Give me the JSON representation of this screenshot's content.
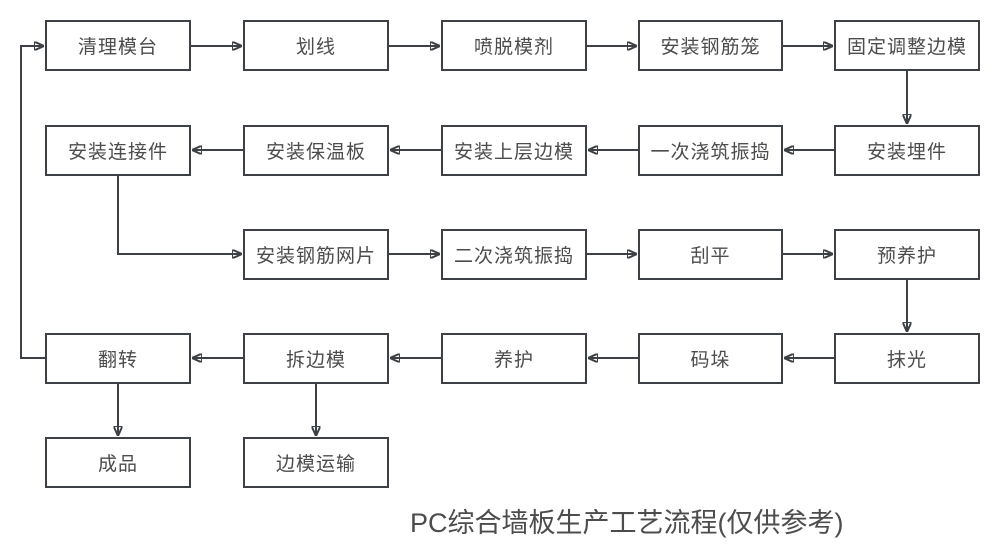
{
  "title": "PC综合墙板生产工艺流程(仅供参考)",
  "colors": {
    "background": "#ffffff",
    "box_fill": "#ffffff",
    "box_border": "#3d4045",
    "connector_line": "#3d4045",
    "text": "#4c4c4c"
  },
  "nodes": [
    {
      "id": "clean-mold-table",
      "label": "清理模台"
    },
    {
      "id": "scribe-line",
      "label": "划线"
    },
    {
      "id": "spray-release-agent",
      "label": "喷脱模剂"
    },
    {
      "id": "install-rebar-cage",
      "label": "安装钢筋笼"
    },
    {
      "id": "fix-adjust-side-mold",
      "label": "固定调整边模"
    },
    {
      "id": "install-embedded-parts",
      "label": "安装埋件"
    },
    {
      "id": "first-pour-vibrate",
      "label": "一次浇筑振捣"
    },
    {
      "id": "install-upper-side-mold",
      "label": "安装上层边模"
    },
    {
      "id": "install-insulation-board",
      "label": "安装保温板"
    },
    {
      "id": "install-connectors",
      "label": "安装连接件"
    },
    {
      "id": "install-rebar-mesh",
      "label": "安装钢筋网片"
    },
    {
      "id": "second-pour-vibrate",
      "label": "二次浇筑振捣"
    },
    {
      "id": "scrape-level",
      "label": "刮平"
    },
    {
      "id": "pre-curing",
      "label": "预养护"
    },
    {
      "id": "trowel-finish",
      "label": "抹光"
    },
    {
      "id": "stacking",
      "label": "码垛"
    },
    {
      "id": "curing",
      "label": "养护"
    },
    {
      "id": "remove-side-mold",
      "label": "拆边模"
    },
    {
      "id": "flip",
      "label": "翻转"
    },
    {
      "id": "finished-product",
      "label": "成品"
    },
    {
      "id": "side-mold-transport",
      "label": "边模运输"
    }
  ],
  "edges": [
    {
      "from": "clean-mold-table",
      "to": "scribe-line"
    },
    {
      "from": "scribe-line",
      "to": "spray-release-agent"
    },
    {
      "from": "spray-release-agent",
      "to": "install-rebar-cage"
    },
    {
      "from": "install-rebar-cage",
      "to": "fix-adjust-side-mold"
    },
    {
      "from": "fix-adjust-side-mold",
      "to": "install-embedded-parts"
    },
    {
      "from": "install-embedded-parts",
      "to": "first-pour-vibrate"
    },
    {
      "from": "first-pour-vibrate",
      "to": "install-upper-side-mold"
    },
    {
      "from": "install-upper-side-mold",
      "to": "install-insulation-board"
    },
    {
      "from": "install-insulation-board",
      "to": "install-connectors"
    },
    {
      "from": "install-connectors",
      "to": "install-rebar-mesh"
    },
    {
      "from": "install-rebar-mesh",
      "to": "second-pour-vibrate"
    },
    {
      "from": "second-pour-vibrate",
      "to": "scrape-level"
    },
    {
      "from": "scrape-level",
      "to": "pre-curing"
    },
    {
      "from": "pre-curing",
      "to": "trowel-finish"
    },
    {
      "from": "trowel-finish",
      "to": "stacking"
    },
    {
      "from": "stacking",
      "to": "curing"
    },
    {
      "from": "curing",
      "to": "remove-side-mold"
    },
    {
      "from": "remove-side-mold",
      "to": "flip"
    },
    {
      "from": "flip",
      "to": "finished-product"
    },
    {
      "from": "remove-side-mold",
      "to": "side-mold-transport"
    },
    {
      "from": "flip",
      "to": "clean-mold-table"
    }
  ]
}
